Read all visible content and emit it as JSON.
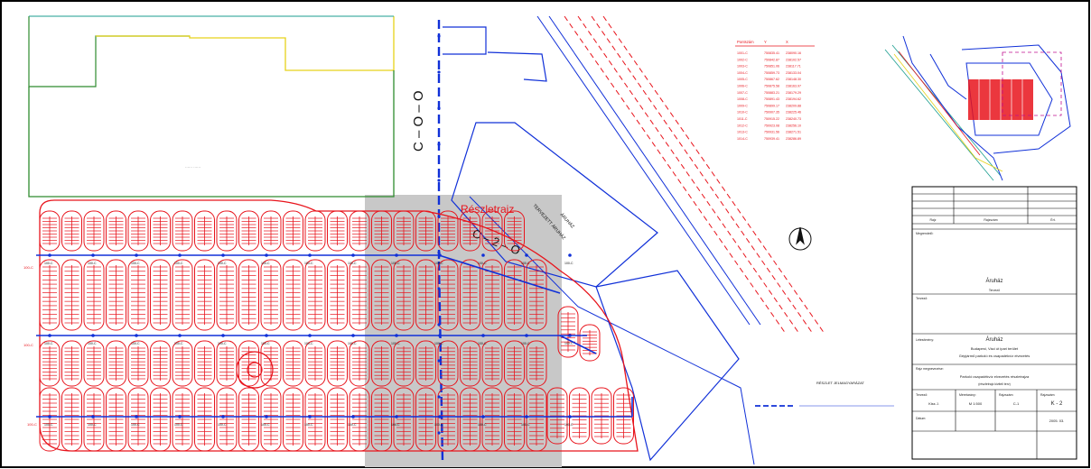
{
  "drawing": {
    "detail_label": "Részletrajz",
    "canal_label": "C – O – O",
    "canal_label_2": "C – 2 – O",
    "building_label": "ÁRUHÁZ",
    "building_label_2": "TERVEZETT ÁRUHÁZ",
    "ref_legend": "RÉSZLET JELMAGYARÁZAT",
    "coord_table": {
      "headers": [
        "Pontszám",
        "Y",
        "X"
      ],
      "rows": [
        [
          "1001-C",
          "750835.41",
          "238090.16"
        ],
        [
          "1002-C",
          "750842.87",
          "238102.57"
        ],
        [
          "1003-C",
          "750851.06",
          "238117.71"
        ],
        [
          "1004-C",
          "750859.73",
          "238133.04"
        ],
        [
          "1005-C",
          "750867.62",
          "238148.30"
        ],
        [
          "1006-C",
          "750875.58",
          "238163.97"
        ],
        [
          "1007-C",
          "750883.21",
          "238179.29"
        ],
        [
          "1008-C",
          "750891.43",
          "238194.62"
        ],
        [
          "1009-C",
          "750899.17",
          "238209.88"
        ],
        [
          "1010-C",
          "750907.35",
          "238225.46"
        ],
        [
          "1011-C",
          "750915.22",
          "238240.73"
        ],
        [
          "1012-C",
          "750923.08",
          "238256.10"
        ],
        [
          "1013-C",
          "750931.56",
          "238271.51"
        ],
        [
          "1014-C",
          "750939.41",
          "238286.89"
        ]
      ]
    }
  },
  "title_block": {
    "cell_labels": [
      "Rajz",
      "Rajzszám",
      "Ért."
    ],
    "field_label": "Megrendelő:",
    "project_box_title": "Áruház",
    "project_box_sub": "Tervező",
    "section_label": "Tervező:",
    "object_label": "Létesítmény:",
    "object_name": "Áruház",
    "object_line1": "Budapest, Váci út ipari terület",
    "object_line2": "Gépjármű parkoló és csapadékvíz elvezetés",
    "drawing_label": "Rajz megnevezése:",
    "drawing_title": "Parkoló csapadékvíz elvezetés részletrajza",
    "drawing_sub": "(részletrajz kiviteli terv)",
    "bottom_headers": [
      "Tervező:",
      "Méretarány:",
      "Rajzszám:",
      "Rajzszám:"
    ],
    "bottom_values": [
      "Kiss J.",
      "M 1:500",
      "C-1",
      "K - 2"
    ],
    "date_label": "Dátum:",
    "date_value": "2005. 03."
  },
  "colors": {
    "frame": "#000000",
    "parking": "#e8141c",
    "network": "#1030d8",
    "building": "#1030d8",
    "detail_box": "#c8c8c8",
    "plot_outline_green": "#2e8b2e",
    "plot_outline_yellow": "#e6d21a",
    "rail": "#e8141c"
  }
}
